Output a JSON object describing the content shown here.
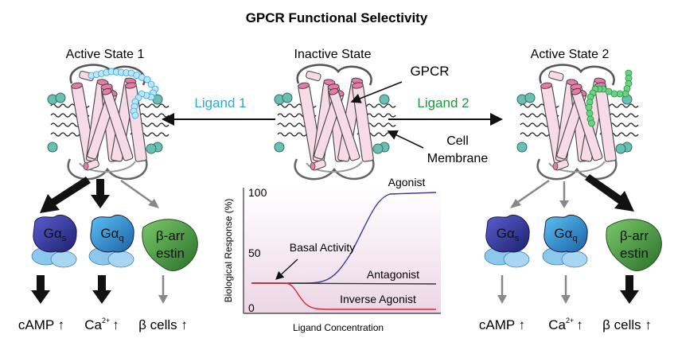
{
  "title": "GPCR Functional Selectivity",
  "states": {
    "active1": "Active State 1",
    "inactive": "Inactive State",
    "active2": "Active State 2"
  },
  "labels": {
    "gpcr": "GPCR",
    "ligand1": "Ligand 1",
    "ligand2": "Ligand 2",
    "cell": "Cell",
    "membrane": "Membrane"
  },
  "proteins": {
    "gas_base": "Gα",
    "gas_sub": "s",
    "gaq_base": "Gα",
    "gaq_sub": "q",
    "arr_line1": "β-arr",
    "arr_line2": "estin"
  },
  "outputs": {
    "camp": "cAMP ↑",
    "ca_base": "Ca",
    "ca_sup": "2+",
    "ca_arrow": "↑",
    "beta": "β cells ↑"
  },
  "colors": {
    "ligand1": "#29a9e0",
    "ligand2": "#1a9a3a",
    "receptor_fill": "#f7dbe6",
    "membrane_head": "#6bbfb0",
    "gas": "#2c2f94",
    "gaq": "#2b7fc6",
    "arrestin": "#3f8f3a"
  },
  "graph": {
    "ylabel": "Biological Response (%)",
    "xlabel": "Ligand Concentration",
    "tick_top": "100",
    "tick_mid": "50",
    "tick_bottom": "0",
    "agonist": "Agonist",
    "basal": "Basal Activity",
    "antagonist": "Antagonist",
    "inverse": "Inverse Agonist"
  }
}
